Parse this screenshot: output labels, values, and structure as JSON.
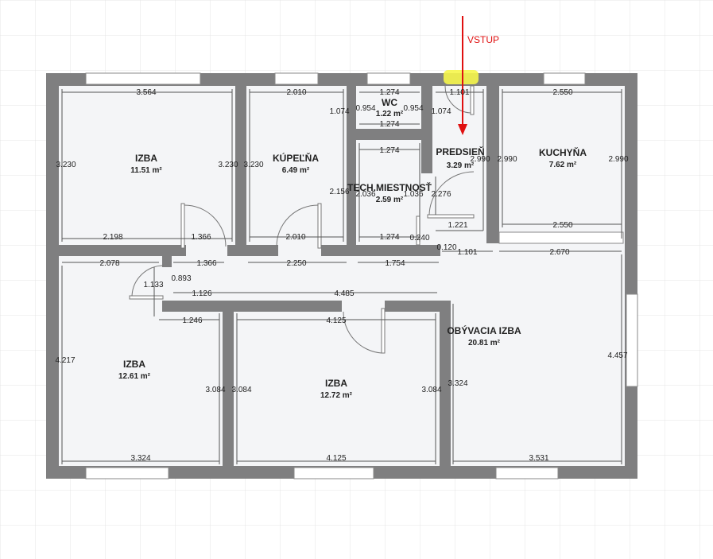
{
  "entrance_label": "VSTUP",
  "rooms": {
    "izba_nw": {
      "name": "IZBA",
      "area": "11.51 m²"
    },
    "kupelna": {
      "name": "KÚPEĽŇA",
      "area": "6.49 m²"
    },
    "wc": {
      "name": "WC",
      "area": "1.22 m²"
    },
    "tech": {
      "name": "TECH.MIESTNOSŤ",
      "area": "2.59 m²"
    },
    "predsien": {
      "name": "PREDSIEŇ",
      "area": "3.29 m²"
    },
    "kuchyna": {
      "name": "KUCHYŇA",
      "area": "7.62 m²"
    },
    "izba_sw": {
      "name": "IZBA",
      "area": "12.61 m²"
    },
    "izba_mid": {
      "name": "IZBA",
      "area": "12.72 m²"
    },
    "obyvacia": {
      "name": "OBÝVACIA IZBA",
      "area": "20.81 m²"
    }
  },
  "dims": {
    "d1": "3.564",
    "d2": "2.010",
    "d3": "1.274",
    "d4": "1.101",
    "d5": "2.550",
    "d6": "0.954",
    "d7": "0.954",
    "d8": "1.074",
    "d9": "1.074",
    "d10": "1.274",
    "d11": "1.274",
    "d12": "3.230",
    "d13": "3.230",
    "d14": "3.230",
    "d15": "2.990",
    "d16": "2.990",
    "d17": "2.990",
    "d18": "2.156",
    "d19": "2.036",
    "d20": "1.036",
    "d21": "2.276",
    "d22": "1.221",
    "d23": "2.198",
    "d24": "1.366",
    "d25": "2.010",
    "d26": "1.274",
    "d27": "0.240",
    "d28": "2.550",
    "d29": "0.120",
    "d30": "1.101",
    "d31": "2.670",
    "d32": "2.078",
    "d33": "1.366",
    "d34": "2.250",
    "d35": "1.754",
    "d36": "1.133",
    "d37": "0.893",
    "d38": "1.126",
    "d39": "4.485",
    "d40": "1.246",
    "d41": "4.125",
    "d42": "4.217",
    "d43": "3.084",
    "d44": "3.084",
    "d45": "3.084",
    "d46": "3.324",
    "d47": "4.457",
    "d48": "3.324",
    "d49": "4.125",
    "d50": "3.531"
  },
  "colors": {
    "wall": "#7f7f80",
    "wall_dark": "#6f7072",
    "window": "#ffffff",
    "entrance_highlight": "#f6f64a",
    "arrow": "#e01010",
    "grid": "#e4e4e4",
    "floor": "#f4f5f7"
  }
}
